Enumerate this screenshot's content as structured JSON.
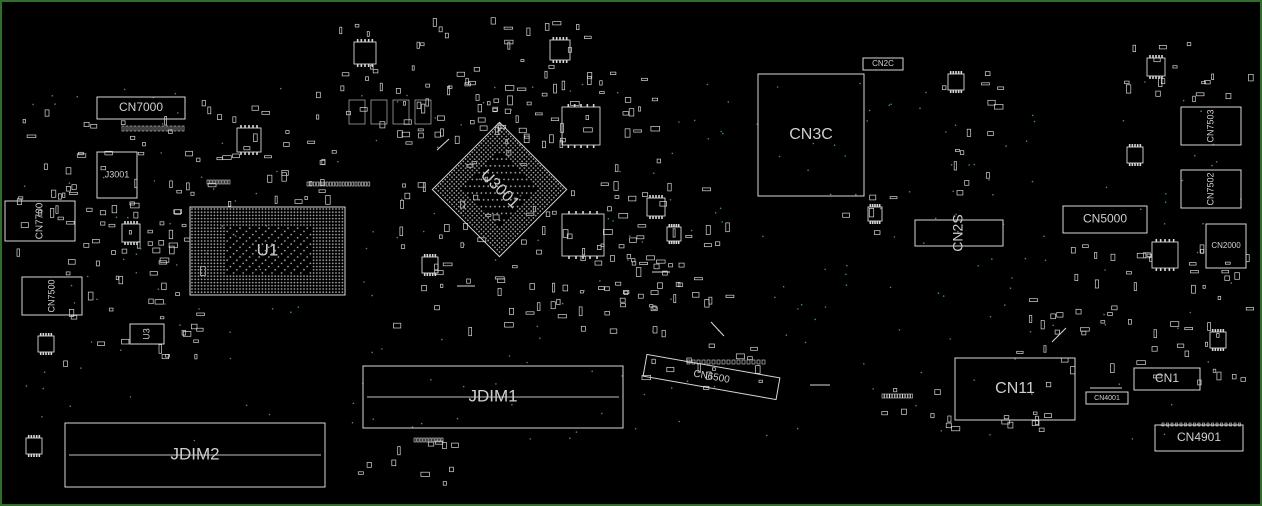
{
  "board": {
    "frame_color": "#2f6f2a",
    "background": "#000000",
    "outline_color": "#d8d8d8",
    "via_color": "#3c8f8a"
  },
  "components": [
    {
      "id": "CN7000",
      "label": "CN7000"
    },
    {
      "id": "J3001",
      "label": "J3001"
    },
    {
      "id": "CN7700",
      "label": "CN7700"
    },
    {
      "id": "CN7500",
      "label": "CN7500"
    },
    {
      "id": "U1",
      "label": "U1"
    },
    {
      "id": "U3",
      "label": "U3"
    },
    {
      "id": "U3001",
      "label": "U3001"
    },
    {
      "id": "CN3C",
      "label": "CN3C"
    },
    {
      "id": "CN2C",
      "label": "CN2C"
    },
    {
      "id": "CN2S",
      "label": "CN2S"
    },
    {
      "id": "CN5000",
      "label": "CN5000"
    },
    {
      "id": "CN7503",
      "label": "CN7503"
    },
    {
      "id": "CN7502",
      "label": "CN7502"
    },
    {
      "id": "CN2000",
      "label": "CN2000"
    },
    {
      "id": "JDIM1",
      "label": "JDIM1"
    },
    {
      "id": "JDIM2",
      "label": "JDIM2"
    },
    {
      "id": "CN6500",
      "label": "CN6500"
    },
    {
      "id": "CN11",
      "label": "CN11"
    },
    {
      "id": "CN1",
      "label": "CN1"
    },
    {
      "id": "CN4901",
      "label": "CN4901"
    },
    {
      "id": "CN4001",
      "label": "CN4001"
    }
  ]
}
